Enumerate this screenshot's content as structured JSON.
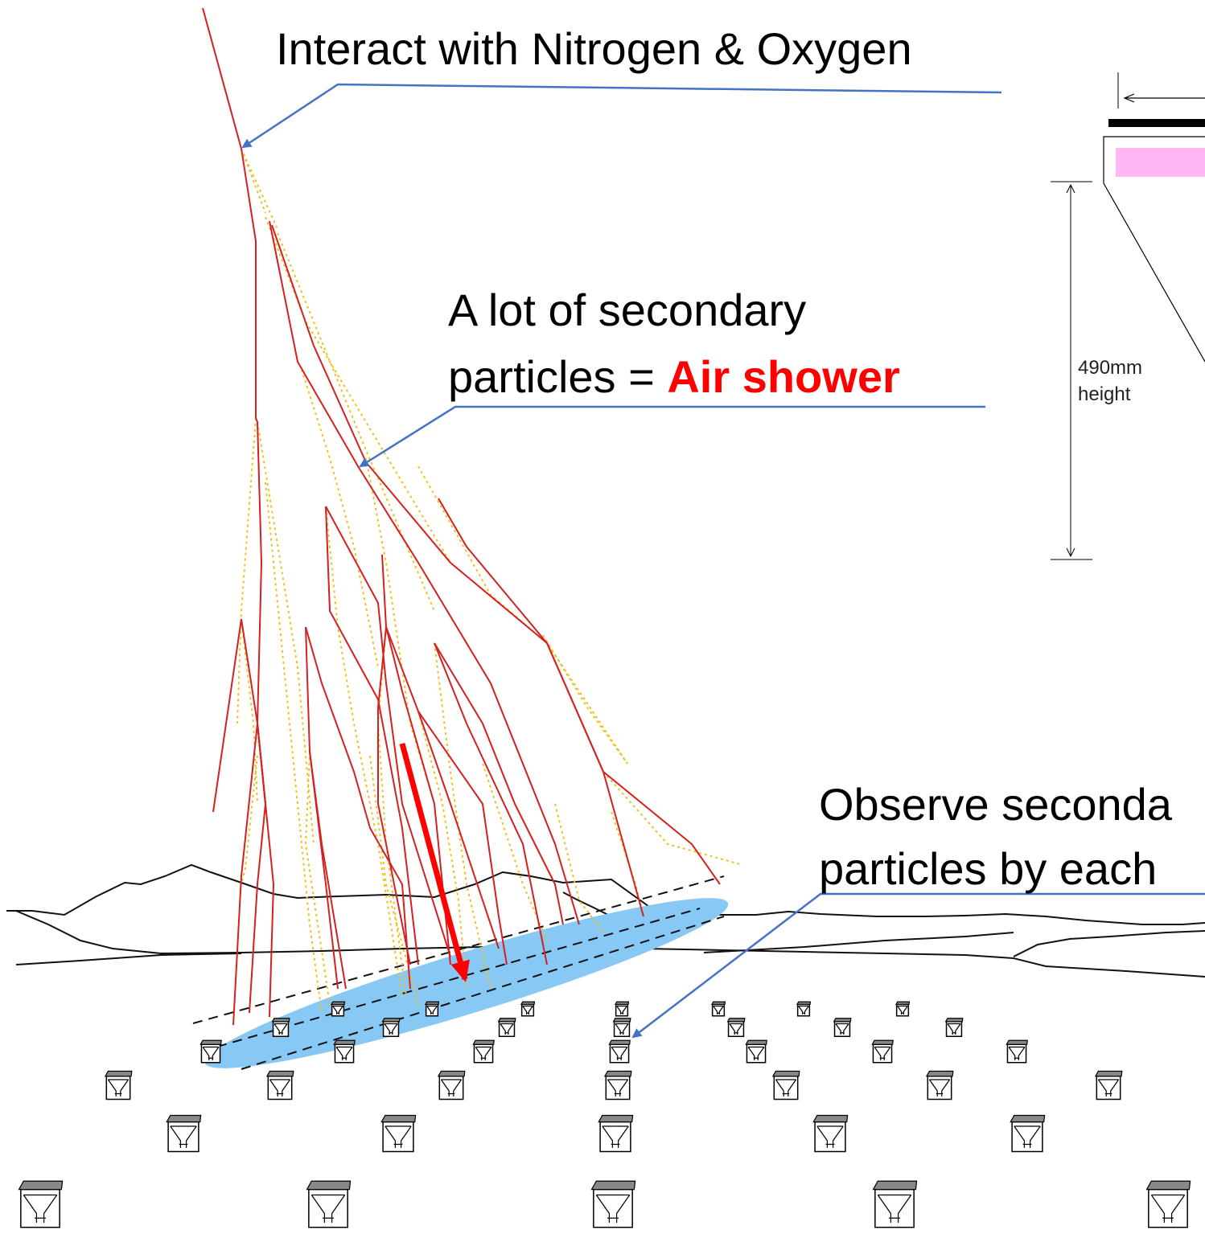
{
  "annotations": {
    "interact": "Interact with Nitrogen & Oxygen",
    "secondary_line1": "A lot of secondary",
    "secondary_line2_prefix": "particles = ",
    "secondary_line2_highlight": "Air shower",
    "observe_line1": "Observe seconda",
    "observe_line2": "particles by each"
  },
  "detector_diagram": {
    "dimension_value": "490mm",
    "dimension_label": "height"
  },
  "colors": {
    "primary_track": "#d42020",
    "secondary_track": "#f0c020",
    "shower_disk": "#88c8f4",
    "callout_line": "#4472c4",
    "highlight_text": "#ff0000",
    "detector_roof": "#888888",
    "detector_pink": "#ffb8f4"
  },
  "icons": {
    "detector": "water-tank-detector-icon",
    "shower_axis": "red-arrow-icon",
    "callout_arrow": "arrow-pointer-icon"
  }
}
